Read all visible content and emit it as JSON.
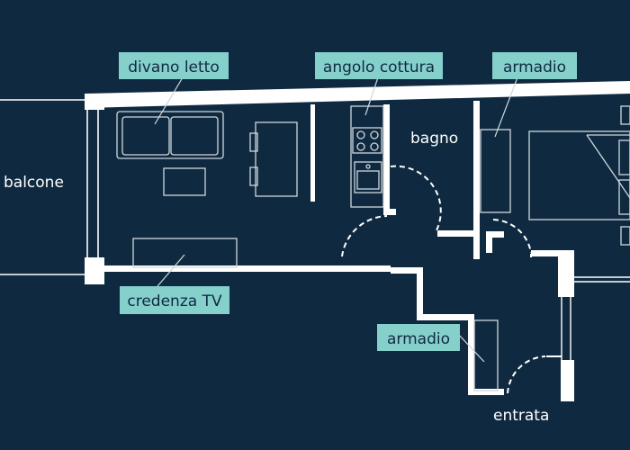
{
  "colors": {
    "background": "#0f2a40",
    "wall": "#ffffff",
    "furniture": "#cfd8dc",
    "callout_fill": "#86d0cc",
    "callout_text": "#0f2a40",
    "room_text": "#ffffff"
  },
  "callouts": {
    "sofa_bed": "divano letto",
    "kitchenette": "angolo cottura",
    "wardrobe_top": "armadio",
    "tv_sideboard": "credenza TV",
    "wardrobe_entry": "armadio"
  },
  "rooms": {
    "balcony": "balcone",
    "bathroom": "bagno",
    "entrance": "entrata"
  }
}
